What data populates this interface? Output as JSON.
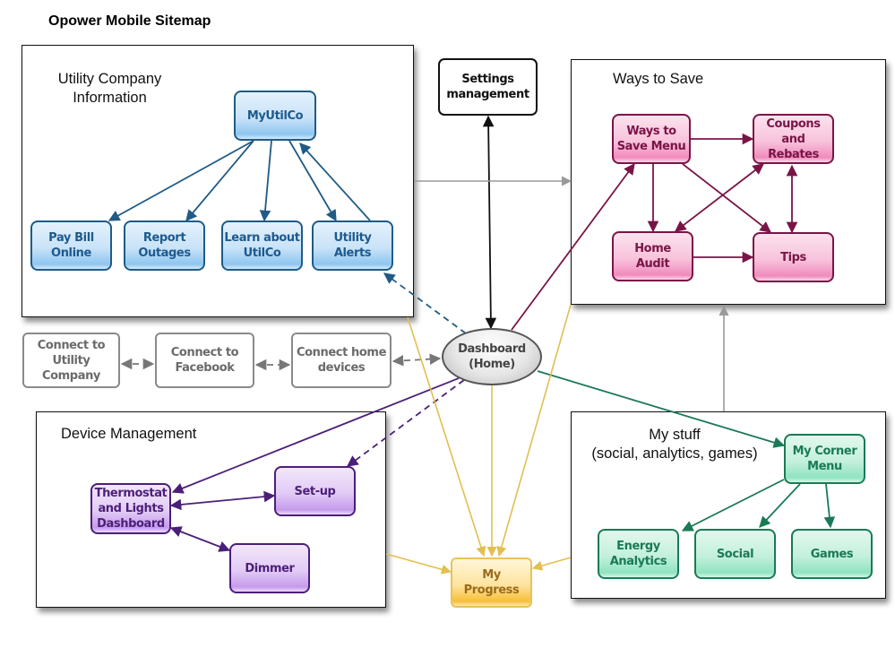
{
  "title": "Opower Mobile Sitemap",
  "groups": {
    "utility": "Utility Company\nInformation",
    "ways_to_save": "Ways to Save",
    "device_management": "Device Management",
    "my_stuff": "My stuff\n(social, analytics, games)"
  },
  "nodes": {
    "myutilco": "MyUtilCo",
    "pay_bill": "Pay Bill\nOnline",
    "report_outages": "Report\nOutages",
    "learn_utilco": "Learn about\nUtilCo",
    "utility_alerts": "Utility\nAlerts",
    "settings": "Settings\nmanagement",
    "ways_menu": "Ways to\nSave Menu",
    "coupons": "Coupons\nand Rebates",
    "home_audit": "Home\nAudit",
    "tips": "Tips",
    "connect_utility": "Connect to\nUtility\nCompany",
    "connect_facebook": "Connect to\nFacebook",
    "connect_devices": "Connect home\ndevices",
    "dashboard": "Dashboard\n(Home)",
    "thermostat": "Thermostat\nand Lights\nDashboard",
    "setup": "Set-up",
    "dimmer": "Dimmer",
    "my_progress": "My\nProgress",
    "my_corner": "My Corner\nMenu",
    "energy_analytics": "Energy\nAnalytics",
    "social": "Social",
    "games": "Games"
  },
  "colors": {
    "utility": "#1f5b86",
    "ways_to_save": "#7a1446",
    "device": "#4b1f78",
    "my_stuff": "#1a7a56",
    "progress": "#e2bf4f",
    "connect": "#777777",
    "settings": "#111111",
    "group_link": "#9a9a9a"
  },
  "edges": [
    {
      "from": "myutilco",
      "to": "pay_bill",
      "color": "utility",
      "style": "solid",
      "arrow": "end"
    },
    {
      "from": "myutilco",
      "to": "report_outages",
      "color": "utility",
      "style": "solid",
      "arrow": "end"
    },
    {
      "from": "myutilco",
      "to": "learn_utilco",
      "color": "utility",
      "style": "solid",
      "arrow": "end"
    },
    {
      "from": "myutilco",
      "to": "utility_alerts",
      "color": "utility",
      "style": "solid",
      "arrow": "end"
    },
    {
      "from": "utility_alerts",
      "to": "myutilco",
      "color": "utility",
      "style": "solid",
      "arrow": "end"
    },
    {
      "from": "dashboard",
      "to": "utility_alerts",
      "color": "utility",
      "style": "dashed",
      "arrow": "end"
    },
    {
      "from": "dashboard",
      "to": "settings",
      "color": "settings",
      "style": "solid",
      "arrow": "both"
    },
    {
      "from": "dashboard",
      "to": "ways_menu",
      "color": "ways_to_save",
      "style": "solid",
      "arrow": "end"
    },
    {
      "from": "ways_menu",
      "to": "coupons",
      "color": "ways_to_save",
      "style": "solid",
      "arrow": "end"
    },
    {
      "from": "ways_menu",
      "to": "home_audit",
      "color": "ways_to_save",
      "style": "solid",
      "arrow": "end"
    },
    {
      "from": "ways_menu",
      "to": "tips",
      "color": "ways_to_save",
      "style": "solid",
      "arrow": "end"
    },
    {
      "from": "home_audit",
      "to": "coupons",
      "color": "ways_to_save",
      "style": "solid",
      "arrow": "both"
    },
    {
      "from": "coupons",
      "to": "tips",
      "color": "ways_to_save",
      "style": "solid",
      "arrow": "both"
    },
    {
      "from": "home_audit",
      "to": "tips",
      "color": "ways_to_save",
      "style": "solid",
      "arrow": "end"
    },
    {
      "from": "connect_utility",
      "to": "connect_facebook",
      "color": "connect",
      "style": "dashed",
      "arrow": "both"
    },
    {
      "from": "connect_facebook",
      "to": "connect_devices",
      "color": "connect",
      "style": "dashed",
      "arrow": "both"
    },
    {
      "from": "connect_devices",
      "to": "dashboard",
      "color": "connect",
      "style": "dashed",
      "arrow": "both"
    },
    {
      "from": "dashboard",
      "to": "thermostat",
      "color": "device",
      "style": "solid",
      "arrow": "end"
    },
    {
      "from": "dashboard",
      "to": "setup",
      "color": "device",
      "style": "dashed",
      "arrow": "end"
    },
    {
      "from": "thermostat",
      "to": "setup",
      "color": "device",
      "style": "solid",
      "arrow": "both"
    },
    {
      "from": "thermostat",
      "to": "dimmer",
      "color": "device",
      "style": "solid",
      "arrow": "both"
    },
    {
      "from": "dashboard",
      "to": "my_corner",
      "color": "my_stuff",
      "style": "solid",
      "arrow": "end"
    },
    {
      "from": "my_corner",
      "to": "energy_analytics",
      "color": "my_stuff",
      "style": "solid",
      "arrow": "end"
    },
    {
      "from": "my_corner",
      "to": "social",
      "color": "my_stuff",
      "style": "solid",
      "arrow": "end"
    },
    {
      "from": "my_corner",
      "to": "games",
      "color": "my_stuff",
      "style": "solid",
      "arrow": "end"
    },
    {
      "from": "dashboard",
      "to": "my_progress",
      "color": "progress",
      "style": "solid",
      "arrow": "end"
    },
    {
      "from": "group:utility",
      "to": "my_progress",
      "color": "progress",
      "style": "solid",
      "arrow": "end"
    },
    {
      "from": "group:ways_to_save",
      "to": "my_progress",
      "color": "progress",
      "style": "solid",
      "arrow": "end"
    },
    {
      "from": "group:device_management",
      "to": "my_progress",
      "color": "progress",
      "style": "solid",
      "arrow": "end"
    },
    {
      "from": "group:my_stuff",
      "to": "my_progress",
      "color": "progress",
      "style": "solid",
      "arrow": "end"
    },
    {
      "from": "group:utility",
      "to": "group:ways_to_save",
      "color": "group_link",
      "style": "solid",
      "arrow": "end"
    },
    {
      "from": "group:my_stuff",
      "to": "group:ways_to_save",
      "color": "group_link",
      "style": "solid",
      "arrow": "end"
    }
  ]
}
